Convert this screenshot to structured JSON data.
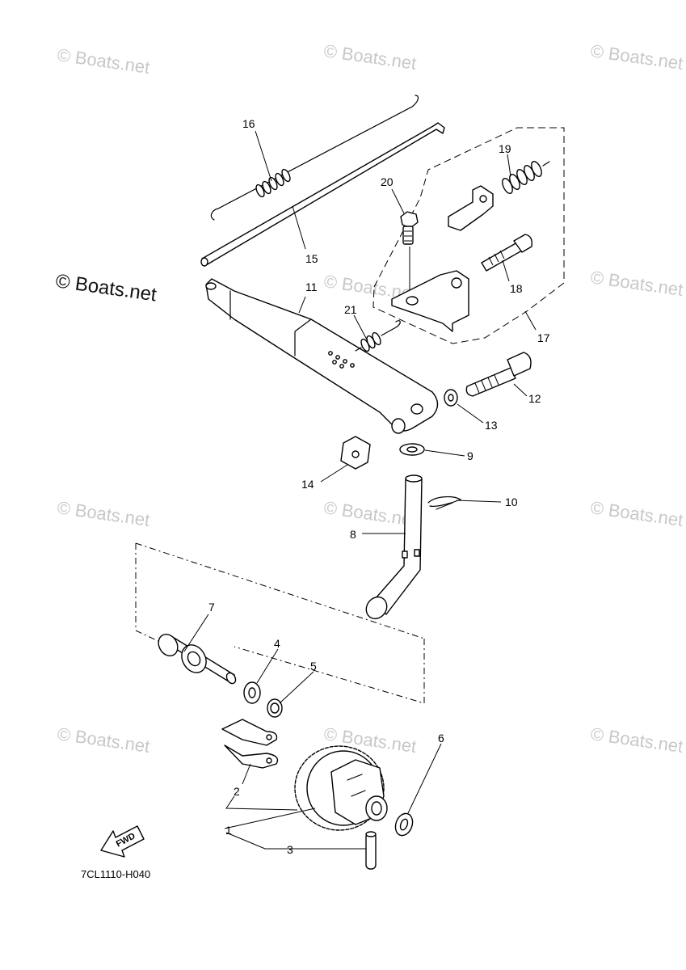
{
  "watermarks": [
    {
      "text": "© Boats.net"
    },
    {
      "text": "© Boats.net"
    },
    {
      "text": "© Boats.net"
    },
    {
      "text": "© Boats.net"
    },
    {
      "text": "© Boats.net"
    },
    {
      "text": "© Boats.net"
    },
    {
      "text": "© Boats.net"
    },
    {
      "text": "© Boats.net"
    },
    {
      "text": "© Boats.net"
    },
    {
      "text": "© Boats.net"
    },
    {
      "text": "© Boats.net"
    },
    {
      "text": "© Boats.net"
    }
  ],
  "callouts": [
    "1",
    "2",
    "3",
    "4",
    "5",
    "6",
    "7",
    "8",
    "9",
    "10",
    "11",
    "12",
    "13",
    "14",
    "15",
    "16",
    "17",
    "18",
    "19",
    "20",
    "21"
  ],
  "direction_label": "FWD",
  "diagram_code": "7CL1110-H040"
}
